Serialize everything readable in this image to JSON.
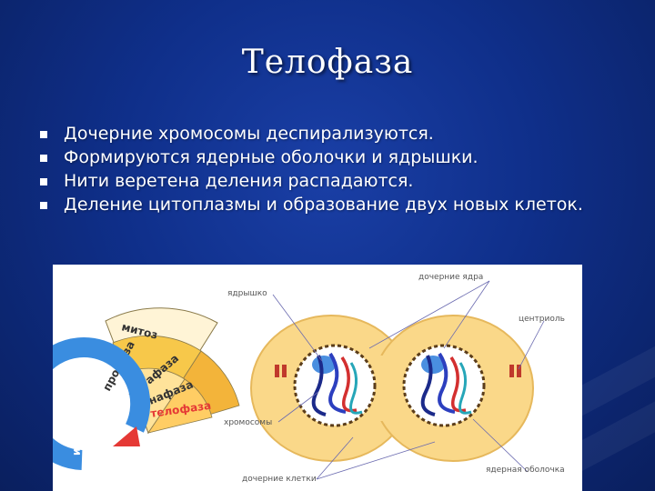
{
  "slide": {
    "title": "Телофаза",
    "bullets": [
      "Дочерние хромосомы деспирализуются.",
      "Формируются ядерные оболочки и ядрышки.",
      "Нити веретена деления распадаются.",
      "Деление цитоплазмы и образование двух новых клеток."
    ]
  },
  "figure": {
    "labels": {
      "nucleolus": "ядрышко",
      "daughter_nuclei": "дочерние ядра",
      "centriole": "центриоль",
      "chromosomes": "хромосомы",
      "nuclear_envelope": "ядерная оболочка",
      "daughter_cells": "дочерние клетки"
    },
    "wheel": {
      "mitosis": "митоз",
      "phases": [
        "профаза",
        "метафаза",
        "анафаза",
        "телофаза"
      ],
      "interphase": "интерфаза"
    }
  },
  "colors": {
    "background": "#0f2f8a",
    "text": "#ffffff",
    "cell": "#fad889",
    "telophase": "#e53935"
  }
}
